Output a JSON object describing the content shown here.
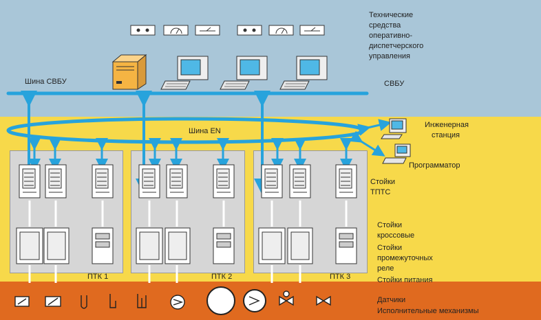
{
  "labels": {
    "tech_title_1": "Технические",
    "tech_title_2": "средства",
    "tech_title_3": "оперативно-",
    "tech_title_4": "диспетчерского",
    "tech_title_5": "управления",
    "svbu_bus": "Шина СВБУ",
    "svbu": "СВБУ",
    "en_bus": "Шина EN",
    "eng_station_1": "Инженерная",
    "eng_station_2": "станция",
    "programmer": "Программатор",
    "racks_ttps_1": "Стойки",
    "racks_ttps_2": "ТПТС",
    "cross_1": "Стойки",
    "cross_2": "кроссовые",
    "relay_1": "Стойки",
    "relay_2": "промежуточных",
    "relay_3": "реле",
    "power": "Стойки питания",
    "ptk1": "ПТК 1",
    "ptk2": "ПТК 2",
    "ptk3": "ПТК 3",
    "sensors": "Датчики",
    "mechanisms": "Исполнительные механизмы"
  },
  "colors": {
    "sky": "#a9c6d8",
    "field": "#f7d94a",
    "bottom_band": "#e06a1f",
    "bus": "#27a3dc",
    "panel": "#d6d6d6"
  }
}
